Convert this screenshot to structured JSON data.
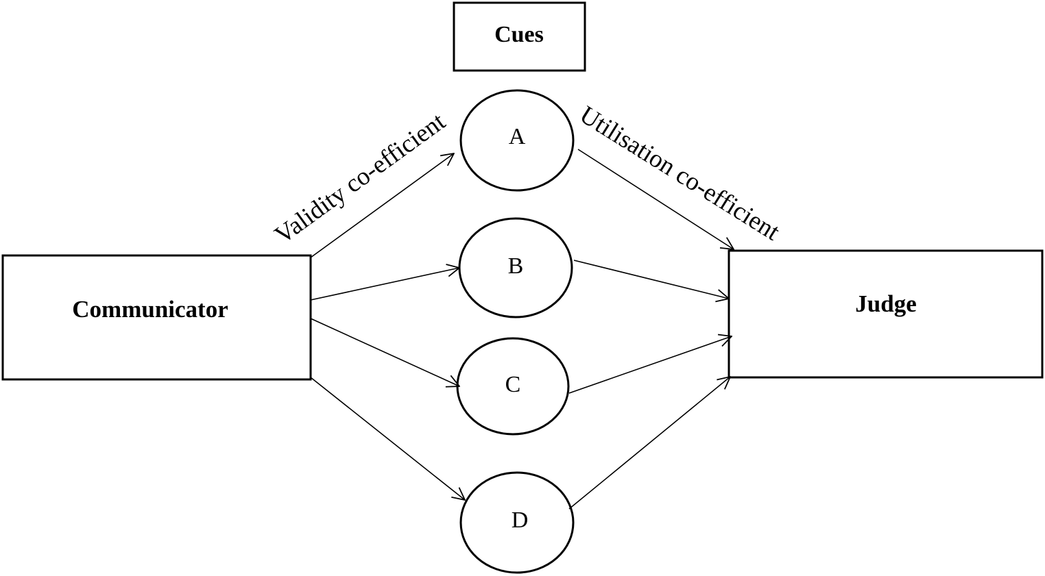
{
  "diagram": {
    "cues_title": "Cues",
    "communicator_label": "Communicator",
    "judge_label": "Judge",
    "validity_label": "Validity co-efficient",
    "utilisation_label": "Utilisation co-efficient",
    "cues": [
      {
        "id": "A",
        "label": "A"
      },
      {
        "id": "B",
        "label": "B"
      },
      {
        "id": "C",
        "label": "C"
      },
      {
        "id": "D",
        "label": "D"
      }
    ],
    "edges": [
      {
        "from": "communicator",
        "to": "A"
      },
      {
        "from": "communicator",
        "to": "B"
      },
      {
        "from": "communicator",
        "to": "C"
      },
      {
        "from": "communicator",
        "to": "D"
      },
      {
        "from": "A",
        "to": "judge"
      },
      {
        "from": "B",
        "to": "judge"
      },
      {
        "from": "C",
        "to": "judge"
      },
      {
        "from": "D",
        "to": "judge"
      }
    ],
    "colors": {
      "stroke": "#000000",
      "background": "#ffffff"
    }
  }
}
